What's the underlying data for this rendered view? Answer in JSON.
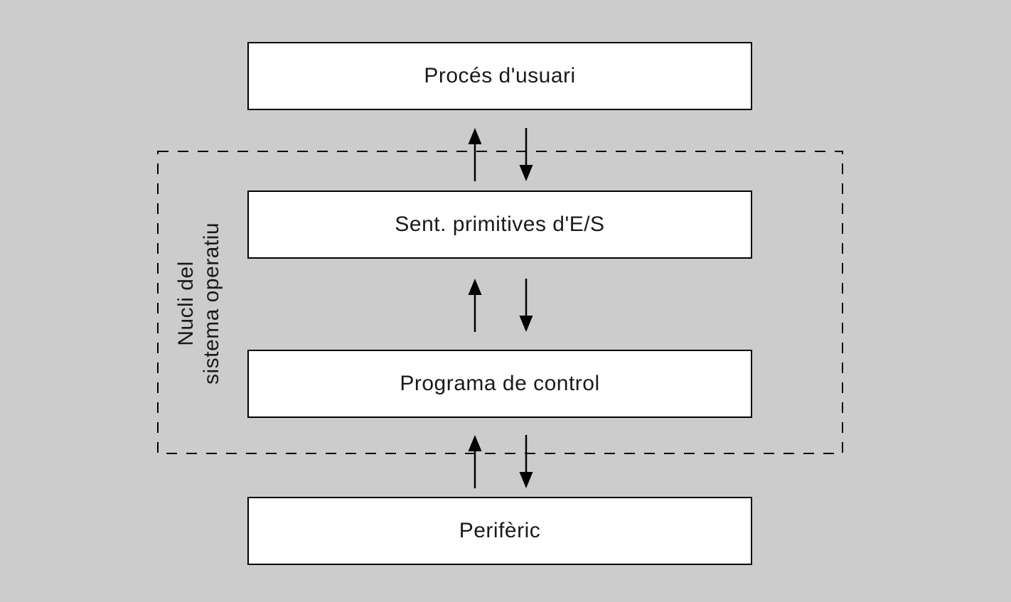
{
  "diagram": {
    "boxes": [
      {
        "label": "Procés d'usuari"
      },
      {
        "label": "Sent. primitives d'E/S"
      },
      {
        "label": "Programa de control"
      },
      {
        "label": "Perifèric"
      }
    ],
    "kernel_label": {
      "line1": "Nucli del",
      "line2": "sistema operatiu"
    },
    "colors": {
      "background": "#cccccc",
      "box_fill": "#ffffff",
      "line": "#000000",
      "text": "#1a1a1a"
    }
  }
}
